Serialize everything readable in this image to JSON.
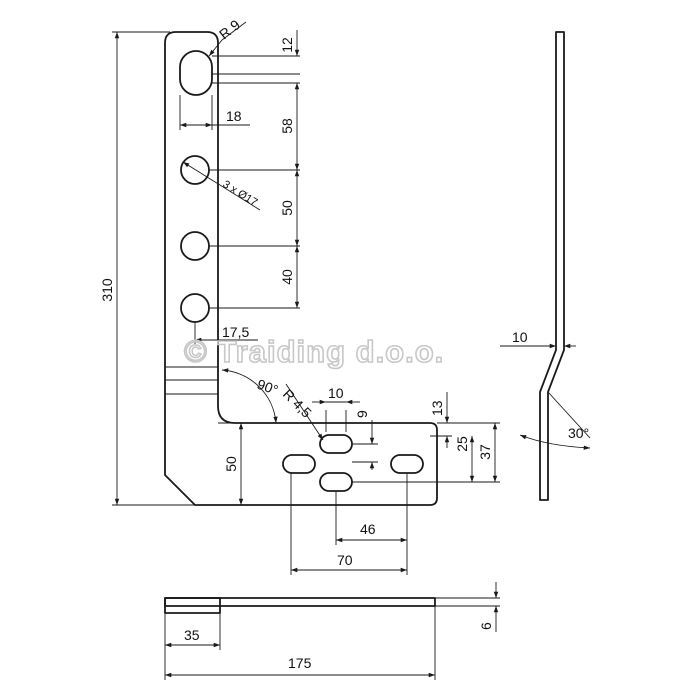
{
  "watermark": "© Traiding d.o.o.",
  "dimensions": {
    "r9": "R 9",
    "d12": "12",
    "d18": "18",
    "d58": "58",
    "holes": "3 x Ø17",
    "d50_vert": "50",
    "d40": "40",
    "d310": "310",
    "d17_5": "17,5",
    "angle90": "90°",
    "r4_5": "R 4,5",
    "d10_slot": "10",
    "d9": "9",
    "d13": "13",
    "d25": "25",
    "d37": "37",
    "d50_foot": "50",
    "d46": "46",
    "d70": "70",
    "d10_side": "10",
    "angle30": "30°",
    "d6": "6",
    "d35": "35",
    "d175": "175"
  }
}
